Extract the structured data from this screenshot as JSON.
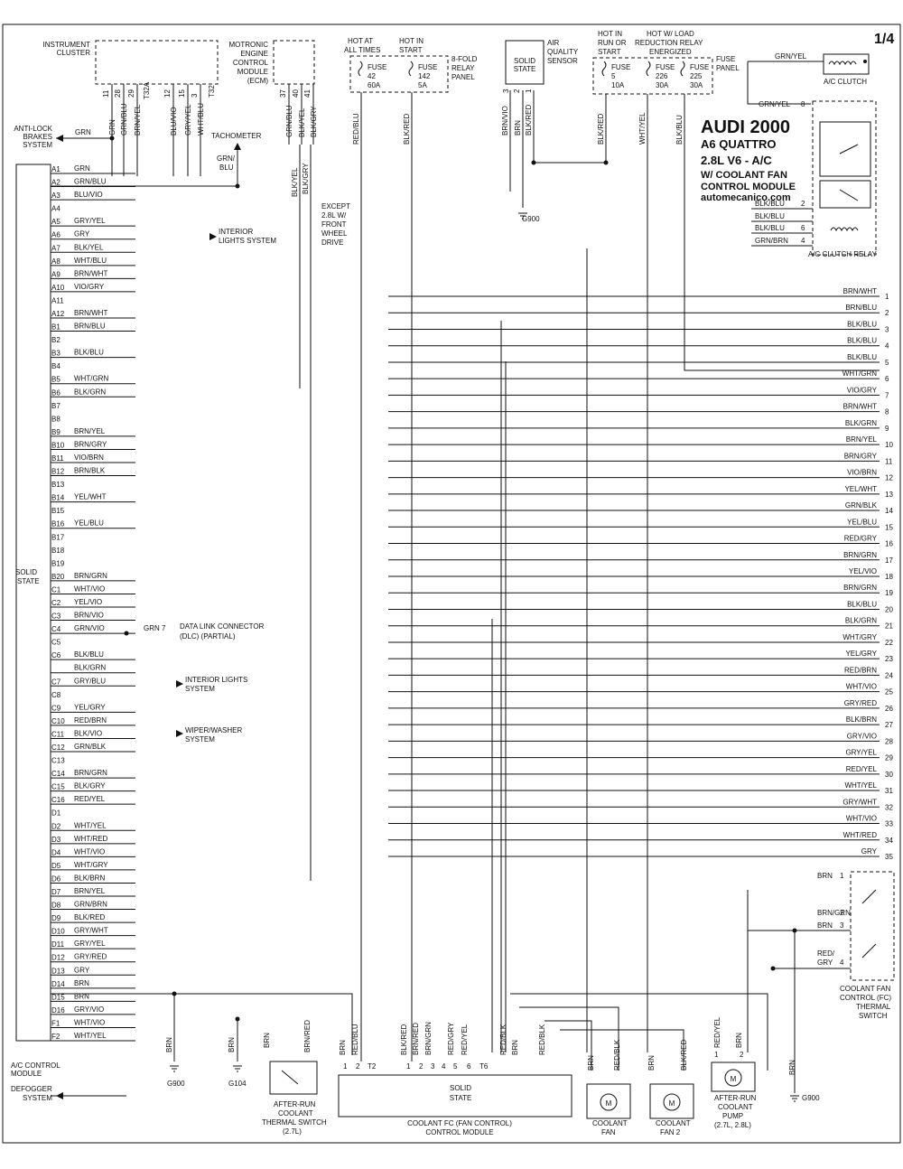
{
  "page": "1/4",
  "title": {
    "make": "AUDI 2000",
    "model": "A6 QUATTRO",
    "engine": "2.8L  V6  - A/C",
    "line3": "W/ COOLANT FAN",
    "line4": "CONTROL MODULE",
    "site": "automecanico.com"
  },
  "headers": {
    "instrument_cluster": [
      "INSTRUMENT",
      "CLUSTER"
    ],
    "ecm": [
      "MOTRONIC",
      "ENGINE",
      "CONTROL",
      "MODULE",
      "(ECM)"
    ],
    "hot_all_times": [
      "HOT AT",
      "ALL TIMES"
    ],
    "hot_in_start": [
      "HOT IN",
      "START"
    ],
    "relay_panel": [
      "8-FOLD",
      "RELAY",
      "PANEL"
    ],
    "solid_state": [
      "SOLID",
      "STATE"
    ],
    "aq_sensor": [
      "AIR",
      "QUALITY",
      "SENSOR"
    ],
    "hot_run": [
      "HOT IN",
      "RUN OR",
      "START"
    ],
    "hot_load": [
      "HOT W/ LOAD",
      "REDUCTION RELAY",
      "ENERGIZED"
    ],
    "fuse_panel": [
      "FUSE",
      "PANEL"
    ]
  },
  "fuses": [
    {
      "name": "FUSE",
      "num": "42",
      "amp": "60A"
    },
    {
      "name": "FUSE",
      "num": "142",
      "amp": "5A"
    },
    {
      "name": "FUSE",
      "num": "5",
      "amp": "10A"
    },
    {
      "name": "FUSE",
      "num": "226",
      "amp": "30A"
    },
    {
      "name": "FUSE",
      "num": "225",
      "amp": "30A"
    }
  ],
  "labels": {
    "ac_clutch": "A/C CLUTCH",
    "ac_clutch_relay": "A/C CLUTCH RELAY",
    "anti_lock": [
      "ANTI-LOCK",
      "BRAKES",
      "SYSTEM"
    ],
    "tachometer": "TACHOMETER",
    "interior_lights": [
      "INTERIOR",
      "LIGHTS SYSTEM"
    ],
    "interior_lights2": [
      "INTERIOR LIGHTS",
      "SYSTEM"
    ],
    "wiper": [
      "WIPER/WASHER",
      "SYSTEM"
    ],
    "dlc": [
      "DATA LINK CONNECTOR",
      "(DLC) (PARTIAL)"
    ],
    "except": [
      "EXCEPT",
      "2.8L W/",
      "FRONT",
      "WHEEL",
      "DRIVE"
    ],
    "solid_state_left": [
      "SOLID",
      "STATE"
    ],
    "ac_control": [
      "A/C CONTROL",
      "MODULE"
    ],
    "defogger": [
      "DEFOGGER",
      "SYSTEM"
    ],
    "g900": "G900",
    "g104": "G104",
    "after_run_switch": [
      "AFTER-RUN",
      "COOLANT",
      "THERMAL SWITCH",
      "(2.7L)"
    ],
    "coolant_fc": [
      "COOLANT FC (FAN CONTROL)",
      "CONTROL MODULE"
    ],
    "coolant_fan": [
      "COOLANT",
      "FAN"
    ],
    "coolant_fan2": [
      "COOLANT",
      "FAN 2"
    ],
    "after_run_pump": [
      "AFTER-RUN",
      "COOLANT",
      "PUMP",
      "(2.7L, 2.8L)"
    ],
    "fc_thermal": [
      "COOLANT FAN",
      "CONTROL (FC)",
      "THERMAL",
      "SWITCH"
    ],
    "solid_state_bottom": [
      "SOLID",
      "STATE"
    ],
    "grn": "GRN",
    "grn7": "GRN   7",
    "grn_blu": [
      "GRN/",
      "BLU"
    ],
    "t32a": "T32A",
    "t32": "T32",
    "t2": "T2",
    "t6": "T6",
    "m": "M"
  },
  "cluster_pins": [
    {
      "wire": "GRN",
      "pin": "11"
    },
    {
      "wire": "GRN/BLU",
      "pin": "28"
    },
    {
      "wire": "BRN/YEL",
      "pin": "29"
    },
    {
      "wire": "BLU/VIO",
      "pin": "12"
    },
    {
      "wire": "GRY/YEL",
      "pin": "15"
    },
    {
      "wire": "WHT/BLU",
      "pin": "3"
    }
  ],
  "ecm_pins": [
    {
      "wire": "GRN/BLU",
      "pin": "37"
    },
    {
      "wire": "BLK/YEL",
      "pin": "40"
    },
    {
      "wire": "BLK/GRY",
      "pin": "41"
    }
  ],
  "vertical_wires": [
    "RED/BLU",
    "BLK/RED",
    "BRN/VIO",
    "BRN",
    "BLK/RED",
    "BLK/RED",
    "WHT/YEL",
    "BLK/BLU",
    "BLK/YEL",
    "BLK/GRY"
  ],
  "sensor_pins": [
    "3",
    "2",
    "1"
  ],
  "relay_rows": [
    {
      "wire": "GRN/YEL",
      "pin": "8"
    },
    {
      "wire": "BLK/BLU",
      "pin": "2"
    },
    {
      "wire": "BLK/BLU",
      "pin": ""
    },
    {
      "wire": "BLK/BLU",
      "pin": "6"
    },
    {
      "wire": "GRN/BRN",
      "pin": "4"
    }
  ],
  "left_pins": [
    {
      "pin": "A1",
      "wire": "GRN"
    },
    {
      "pin": "A2",
      "wire": "GRN/BLU"
    },
    {
      "pin": "A3",
      "wire": "BLU/VIO"
    },
    {
      "pin": "A4",
      "wire": ""
    },
    {
      "pin": "A5",
      "wire": "GRY/YEL"
    },
    {
      "pin": "A6",
      "wire": "GRY"
    },
    {
      "pin": "A7",
      "wire": "BLK/YEL"
    },
    {
      "pin": "A8",
      "wire": "WHT/BLU"
    },
    {
      "pin": "A9",
      "wire": "BRN/WHT"
    },
    {
      "pin": "A10",
      "wire": "VIO/GRY"
    },
    {
      "pin": "A11",
      "wire": ""
    },
    {
      "pin": "A12",
      "wire": "BRN/WHT"
    },
    {
      "pin": "B1",
      "wire": "BRN/BLU"
    },
    {
      "pin": "B2",
      "wire": ""
    },
    {
      "pin": "B3",
      "wire": "BLK/BLU"
    },
    {
      "pin": "B4",
      "wire": ""
    },
    {
      "pin": "B5",
      "wire": "WHT/GRN"
    },
    {
      "pin": "B6",
      "wire": "BLK/GRN"
    },
    {
      "pin": "B7",
      "wire": ""
    },
    {
      "pin": "B8",
      "wire": ""
    },
    {
      "pin": "B9",
      "wire": "BRN/YEL"
    },
    {
      "pin": "B10",
      "wire": "BRN/GRY"
    },
    {
      "pin": "B11",
      "wire": "VIO/BRN"
    },
    {
      "pin": "B12",
      "wire": "BRN/BLK"
    },
    {
      "pin": "B13",
      "wire": ""
    },
    {
      "pin": "B14",
      "wire": "YEL/WHT"
    },
    {
      "pin": "B15",
      "wire": ""
    },
    {
      "pin": "B16",
      "wire": "YEL/BLU"
    },
    {
      "pin": "B17",
      "wire": ""
    },
    {
      "pin": "B18",
      "wire": ""
    },
    {
      "pin": "B19",
      "wire": ""
    },
    {
      "pin": "B20",
      "wire": "BRN/GRN"
    },
    {
      "pin": "C1",
      "wire": "WHT/VIO"
    },
    {
      "pin": "C2",
      "wire": "YEL/VIO"
    },
    {
      "pin": "C3",
      "wire": "BRN/VIO"
    },
    {
      "pin": "C4",
      "wire": "GRN/VIO"
    },
    {
      "pin": "C5",
      "wire": ""
    },
    {
      "pin": "C6",
      "wire": "BLK/BLU"
    },
    {
      "pin": "",
      "wire": "BLK/GRN"
    },
    {
      "pin": "C7",
      "wire": "GRY/BLU"
    },
    {
      "pin": "C8",
      "wire": ""
    },
    {
      "pin": "C9",
      "wire": "YEL/GRY"
    },
    {
      "pin": "C10",
      "wire": "RED/BRN"
    },
    {
      "pin": "C11",
      "wire": "BLK/VIO"
    },
    {
      "pin": "C12",
      "wire": "GRN/BLK"
    },
    {
      "pin": "C13",
      "wire": ""
    },
    {
      "pin": "C14",
      "wire": "BRN/GRN"
    },
    {
      "pin": "C15",
      "wire": "BLK/GRY"
    },
    {
      "pin": "C16",
      "wire": "RED/YEL"
    },
    {
      "pin": "D1",
      "wire": ""
    },
    {
      "pin": "D2",
      "wire": "WHT/YEL"
    },
    {
      "pin": "D3",
      "wire": "WHT/RED"
    },
    {
      "pin": "D4",
      "wire": "WHT/VIO"
    },
    {
      "pin": "D5",
      "wire": "WHT/GRY"
    },
    {
      "pin": "D6",
      "wire": "BLK/BRN"
    },
    {
      "pin": "D7",
      "wire": "BRN/YEL"
    },
    {
      "pin": "D8",
      "wire": "GRN/BRN"
    },
    {
      "pin": "D9",
      "wire": "BLK/RED"
    },
    {
      "pin": "D10",
      "wire": "GRY/WHT"
    },
    {
      "pin": "D11",
      "wire": "GRY/YEL"
    },
    {
      "pin": "D12",
      "wire": "GRY/RED"
    },
    {
      "pin": "D13",
      "wire": "GRY"
    },
    {
      "pin": "D14",
      "wire": "BRN"
    },
    {
      "pin": "D15",
      "wire": "BRN"
    },
    {
      "pin": "D16",
      "wire": "GRY/VIO"
    },
    {
      "pin": "F1",
      "wire": "WHT/VIO"
    },
    {
      "pin": "F2",
      "wire": "WHT/YEL"
    }
  ],
  "right_wires": [
    {
      "num": "1",
      "wire": "BRN/WHT"
    },
    {
      "num": "2",
      "wire": "BRN/BLU"
    },
    {
      "num": "3",
      "wire": "BLK/BLU"
    },
    {
      "num": "4",
      "wire": "BLK/BLU"
    },
    {
      "num": "5",
      "wire": "BLK/BLU"
    },
    {
      "num": "6",
      "wire": "WHT/GRN"
    },
    {
      "num": "7",
      "wire": "VIO/GRY"
    },
    {
      "num": "8",
      "wire": "BRN/WHT"
    },
    {
      "num": "9",
      "wire": "BLK/GRN"
    },
    {
      "num": "10",
      "wire": "BRN/YEL"
    },
    {
      "num": "11",
      "wire": "BRN/GRY"
    },
    {
      "num": "12",
      "wire": "VIO/BRN"
    },
    {
      "num": "13",
      "wire": "YEL/WHT"
    },
    {
      "num": "14",
      "wire": "GRN/BLK"
    },
    {
      "num": "15",
      "wire": "YEL/BLU"
    },
    {
      "num": "16",
      "wire": "RED/GRY"
    },
    {
      "num": "17",
      "wire": "BRN/GRN"
    },
    {
      "num": "18",
      "wire": "YEL/VIO"
    },
    {
      "num": "19",
      "wire": "BRN/GRN"
    },
    {
      "num": "20",
      "wire": "BLK/BLU"
    },
    {
      "num": "21",
      "wire": "BLK/GRN"
    },
    {
      "num": "22",
      "wire": "WHT/GRY"
    },
    {
      "num": "23",
      "wire": "YEL/GRY"
    },
    {
      "num": "24",
      "wire": "RED/BRN"
    },
    {
      "num": "25",
      "wire": "WHT/VIO"
    },
    {
      "num": "26",
      "wire": "GRY/RED"
    },
    {
      "num": "27",
      "wire": "BLK/BRN"
    },
    {
      "num": "28",
      "wire": "GRY/VIO"
    },
    {
      "num": "29",
      "wire": "GRY/YEL"
    },
    {
      "num": "30",
      "wire": "RED/YEL"
    },
    {
      "num": "31",
      "wire": "WHT/YEL"
    },
    {
      "num": "32",
      "wire": "GRY/WHT"
    },
    {
      "num": "33",
      "wire": "WHT/VIO"
    },
    {
      "num": "34",
      "wire": "WHT/RED"
    },
    {
      "num": "35",
      "wire": "GRY"
    }
  ],
  "thermal_switch": [
    {
      "wire": "BRN",
      "pin": "1"
    },
    {
      "wire": "BRN/GRN",
      "pin": "2"
    },
    {
      "wire": "BRN",
      "pin": "3"
    },
    {
      "wire": "RED/",
      "pin": ""
    },
    {
      "wire": "GRY",
      "pin": "4"
    }
  ],
  "bottom_wires": [
    "BRN",
    "BRN",
    "BRN",
    "BRN/RED",
    "BRN",
    "RED/BLU",
    "BLK/RED",
    "BRN/RED",
    "BRN/GRN",
    "RED/GRY",
    "RED/YEL",
    "RED/BLK",
    "BRN",
    "RED/BLK",
    "BRN",
    "RED/BLK",
    "BRN",
    "BLK/RED",
    "RED/YEL",
    "BRN",
    "BRN"
  ],
  "bottom_pins": [
    "1",
    "2",
    "1",
    "2",
    "3",
    "4",
    "5",
    "6",
    "1",
    "2"
  ]
}
